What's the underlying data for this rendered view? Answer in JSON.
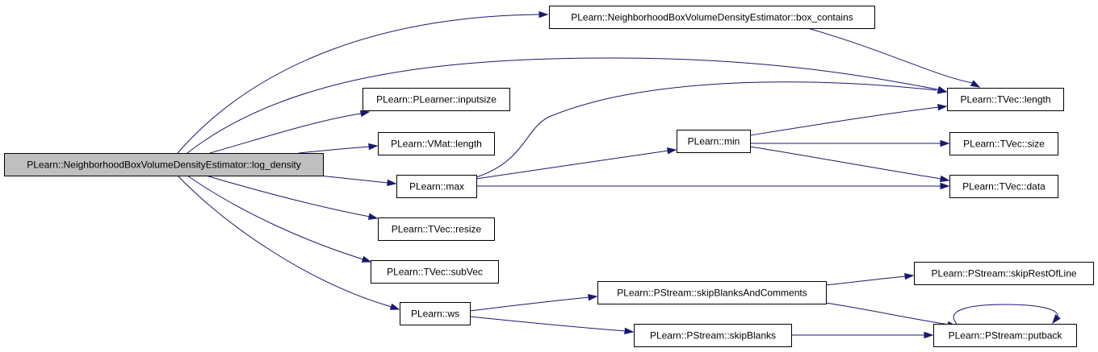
{
  "diagram": {
    "type": "call-graph",
    "colors": {
      "node_fill": "#ffffff",
      "root_fill": "#bfbfbf",
      "node_border": "#000000",
      "edge": "#191970"
    },
    "nodes": [
      {
        "id": "log_density",
        "label": "PLearn::NeighborhoodBoxVolumeDensityEstimator::log_density",
        "root": true
      },
      {
        "id": "box_contains",
        "label": "PLearn::NeighborhoodBoxVolumeDensityEstimator::box_contains"
      },
      {
        "id": "tvec_length",
        "label": "PLearn::TVec::length"
      },
      {
        "id": "inputsize",
        "label": "PLearn::PLearner::inputsize"
      },
      {
        "id": "vmat_length",
        "label": "PLearn::VMat::length"
      },
      {
        "id": "min",
        "label": "PLearn::min"
      },
      {
        "id": "tvec_size",
        "label": "PLearn::TVec::size"
      },
      {
        "id": "max",
        "label": "PLearn::max"
      },
      {
        "id": "tvec_data",
        "label": "PLearn::TVec::data"
      },
      {
        "id": "resize",
        "label": "PLearn::TVec::resize"
      },
      {
        "id": "subvec",
        "label": "PLearn::TVec::subVec"
      },
      {
        "id": "skipBlanksAndComments",
        "label": "PLearn::PStream::skipBlanksAndComments"
      },
      {
        "id": "skipRestOfLine",
        "label": "PLearn::PStream::skipRestOfLine"
      },
      {
        "id": "ws",
        "label": "PLearn::ws"
      },
      {
        "id": "skipBlanks",
        "label": "PLearn::PStream::skipBlanks"
      },
      {
        "id": "putback",
        "label": "PLearn::PStream::putback"
      }
    ],
    "edges": [
      {
        "from": "log_density",
        "to": "box_contains"
      },
      {
        "from": "log_density",
        "to": "tvec_length"
      },
      {
        "from": "log_density",
        "to": "inputsize"
      },
      {
        "from": "log_density",
        "to": "vmat_length"
      },
      {
        "from": "log_density",
        "to": "max"
      },
      {
        "from": "log_density",
        "to": "resize"
      },
      {
        "from": "log_density",
        "to": "subvec"
      },
      {
        "from": "log_density",
        "to": "ws"
      },
      {
        "from": "box_contains",
        "to": "tvec_length"
      },
      {
        "from": "max",
        "to": "tvec_length"
      },
      {
        "from": "max",
        "to": "min"
      },
      {
        "from": "max",
        "to": "tvec_data"
      },
      {
        "from": "min",
        "to": "tvec_length"
      },
      {
        "from": "min",
        "to": "tvec_size"
      },
      {
        "from": "min",
        "to": "tvec_data"
      },
      {
        "from": "ws",
        "to": "skipBlanksAndComments"
      },
      {
        "from": "ws",
        "to": "skipBlanks"
      },
      {
        "from": "skipBlanksAndComments",
        "to": "skipRestOfLine"
      },
      {
        "from": "skipBlanksAndComments",
        "to": "putback"
      },
      {
        "from": "skipBlanks",
        "to": "putback"
      },
      {
        "from": "putback",
        "to": "putback"
      }
    ]
  }
}
